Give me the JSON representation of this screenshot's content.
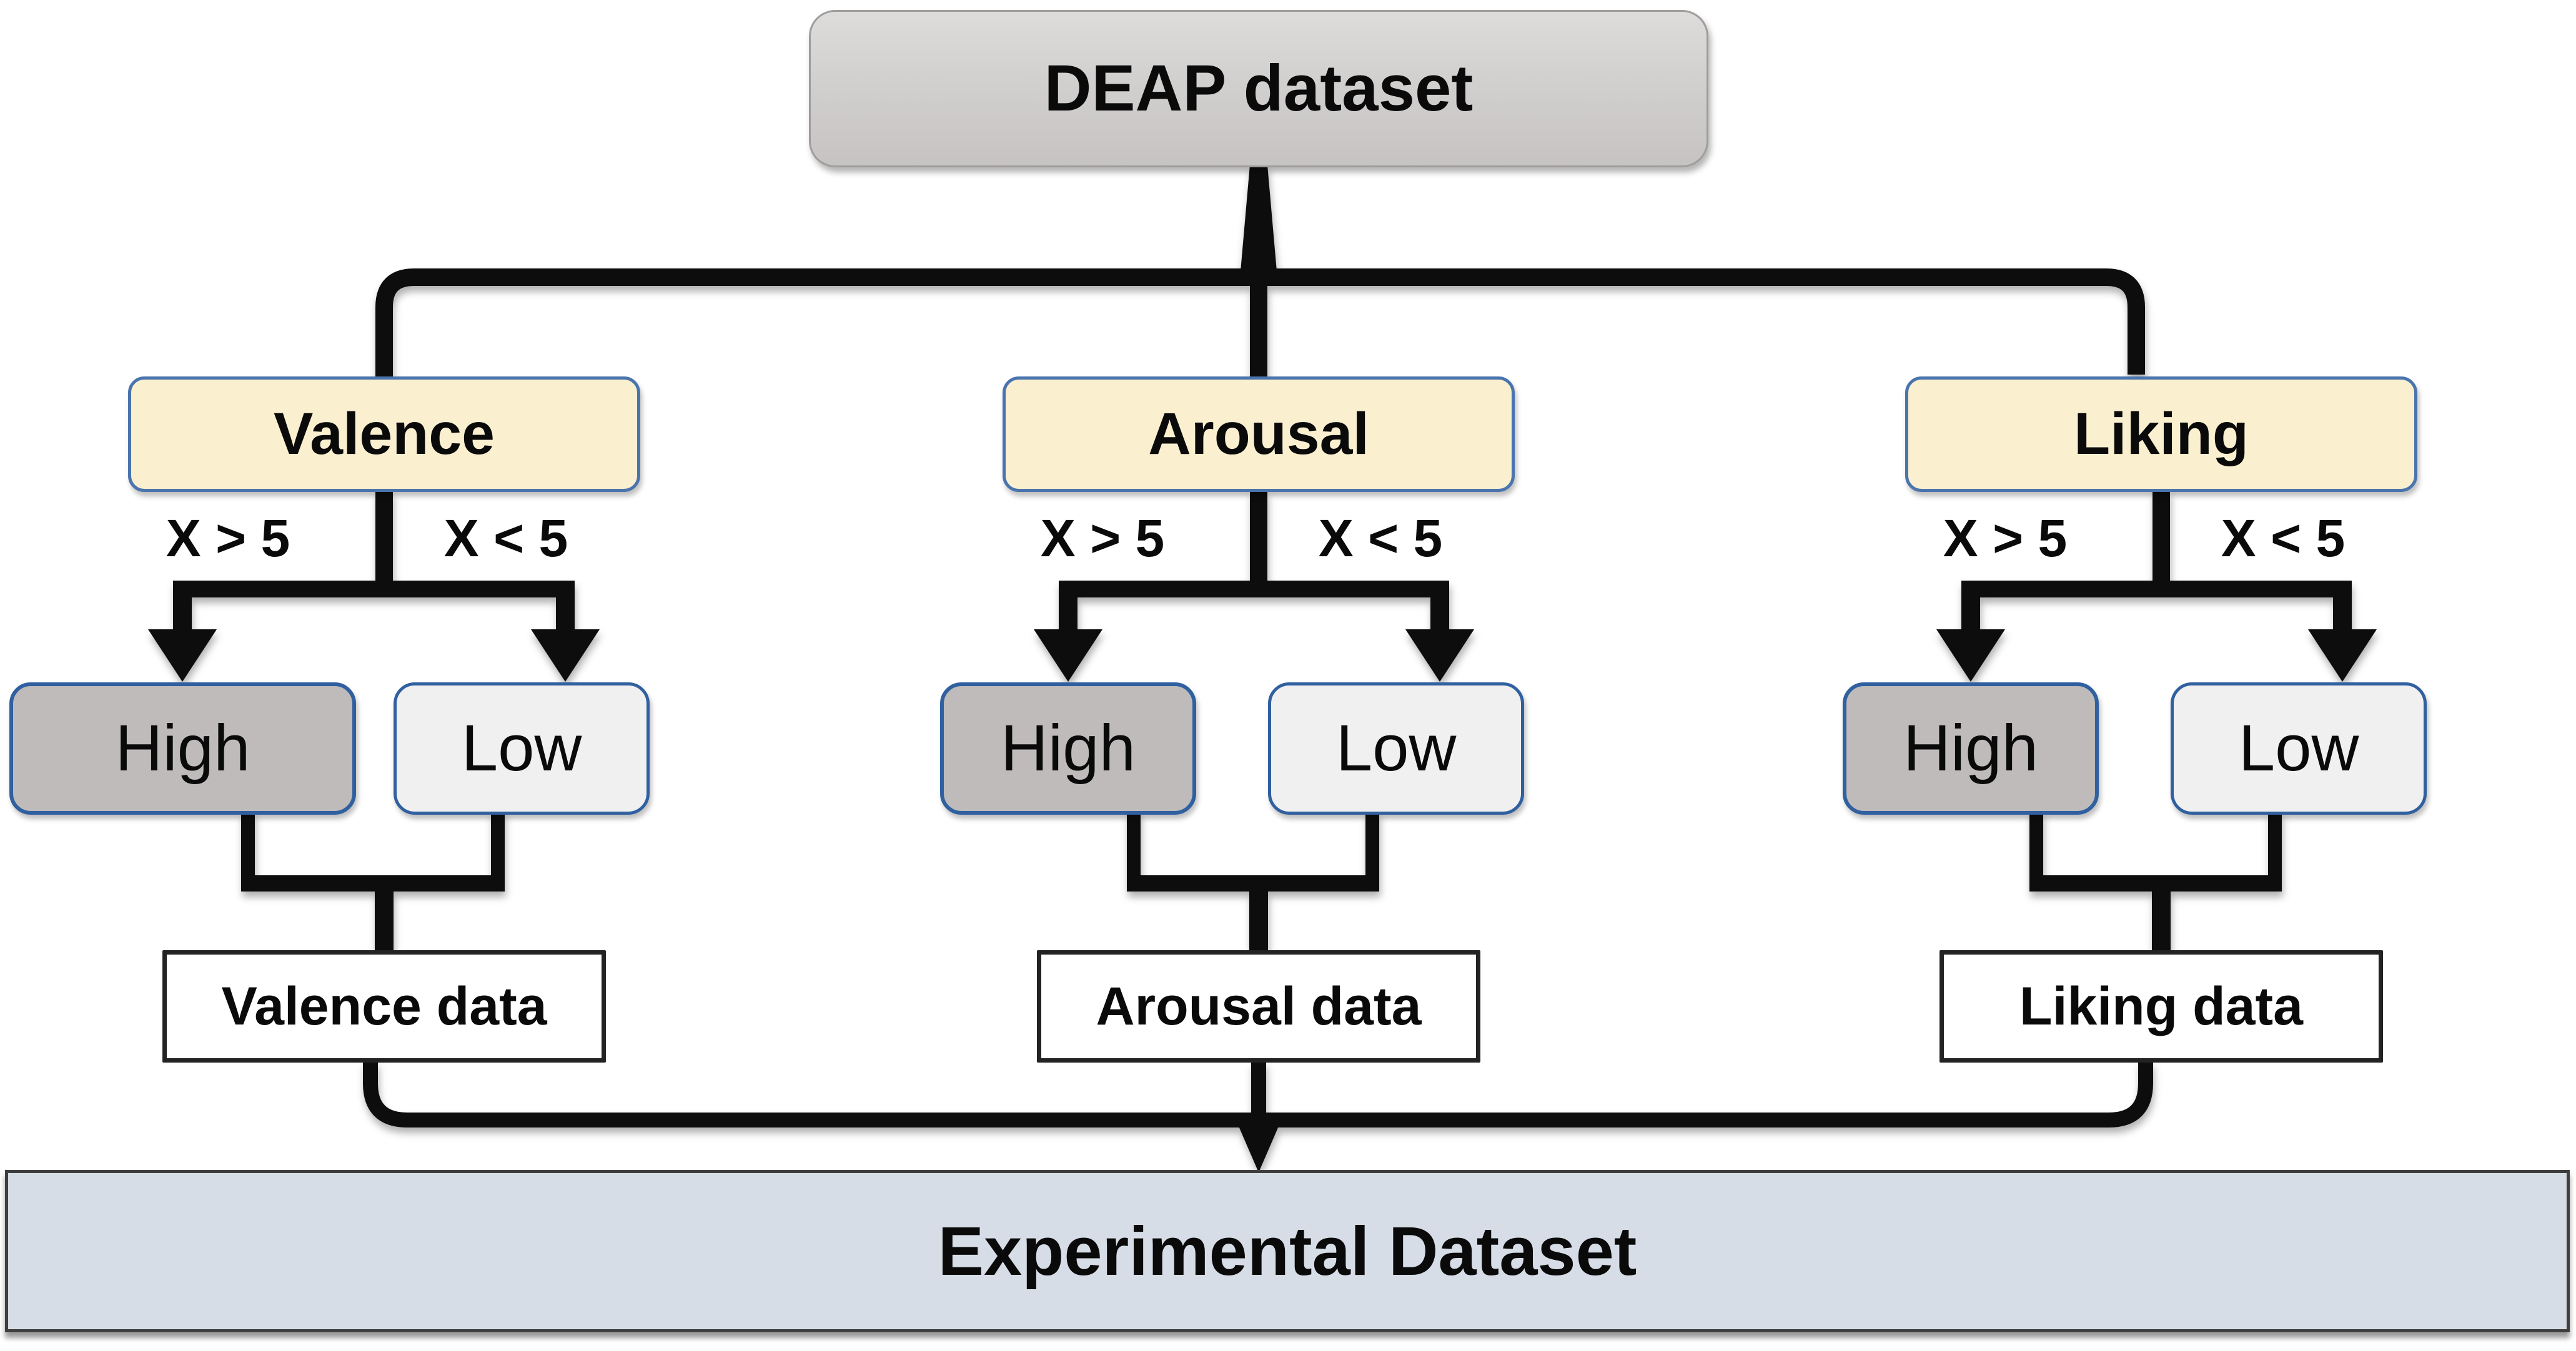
{
  "diagram": {
    "root": {
      "label": "DEAP dataset"
    },
    "branches": [
      {
        "name": "valence",
        "label": "Valence",
        "condition_left": "X > 5",
        "condition_right": "X < 5",
        "high_label": "High",
        "low_label": "Low",
        "data_label": "Valence data"
      },
      {
        "name": "arousal",
        "label": "Arousal",
        "condition_left": "X > 5",
        "condition_right": "X < 5",
        "high_label": "High",
        "low_label": "Low",
        "data_label": "Arousal data"
      },
      {
        "name": "liking",
        "label": "Liking",
        "condition_left": "X > 5",
        "condition_right": "X < 5",
        "high_label": "High",
        "low_label": "Low",
        "data_label": "Liking data"
      }
    ],
    "result": {
      "label": "Experimental Dataset"
    },
    "colors": {
      "root_fill": "#d2d0cf",
      "root_border": "#9f9d9c",
      "category_fill": "#faf0d0",
      "category_border": "#4a74ad",
      "high_fill": "#bebbba",
      "low_fill": "#f0f0f0",
      "node_border": "#30609f",
      "data_fill": "#ffffff",
      "data_border": "#232323",
      "result_fill": "#d7dde6",
      "result_border": "#3f3f3f",
      "connector": "#0d0d0d"
    }
  }
}
